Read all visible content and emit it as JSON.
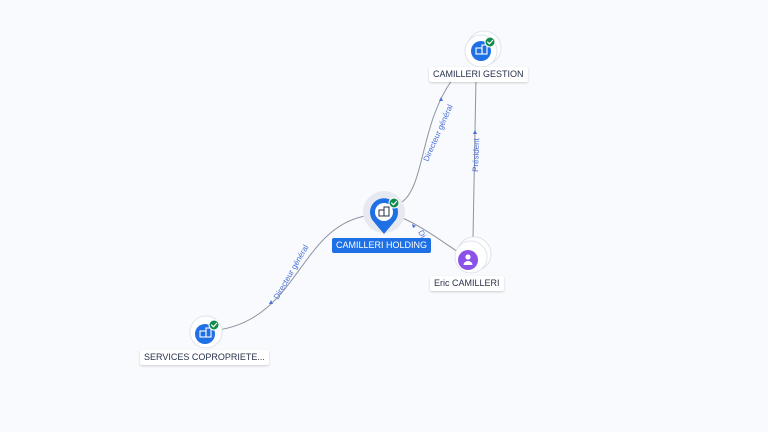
{
  "nodes": {
    "holding": {
      "label": "CAMILLERI HOLDING",
      "type": "company",
      "verified": true,
      "selected": true,
      "icon": "building-icon"
    },
    "gestion": {
      "label": "CAMILLERI GESTION",
      "type": "company",
      "verified": true,
      "icon": "building-icon"
    },
    "services": {
      "label": "SERVICES COPROPRIETE...",
      "type": "company",
      "verified": true,
      "icon": "building-icon"
    },
    "eric": {
      "label": "Eric CAMILLERI",
      "type": "person",
      "icon": "person-icon"
    }
  },
  "edges": {
    "holding_gestion": {
      "label": "Directeur général"
    },
    "holding_services": {
      "label": "Directeur général"
    },
    "eric_gestion": {
      "label": "Président"
    },
    "holding_eric": {
      "label": "Di"
    }
  },
  "colors": {
    "company": "#1f6fe5",
    "person": "#8a52e8",
    "verified": "#0f8c4e",
    "edge_label": "#4a6fd8",
    "edge": "#8c93a3"
  }
}
